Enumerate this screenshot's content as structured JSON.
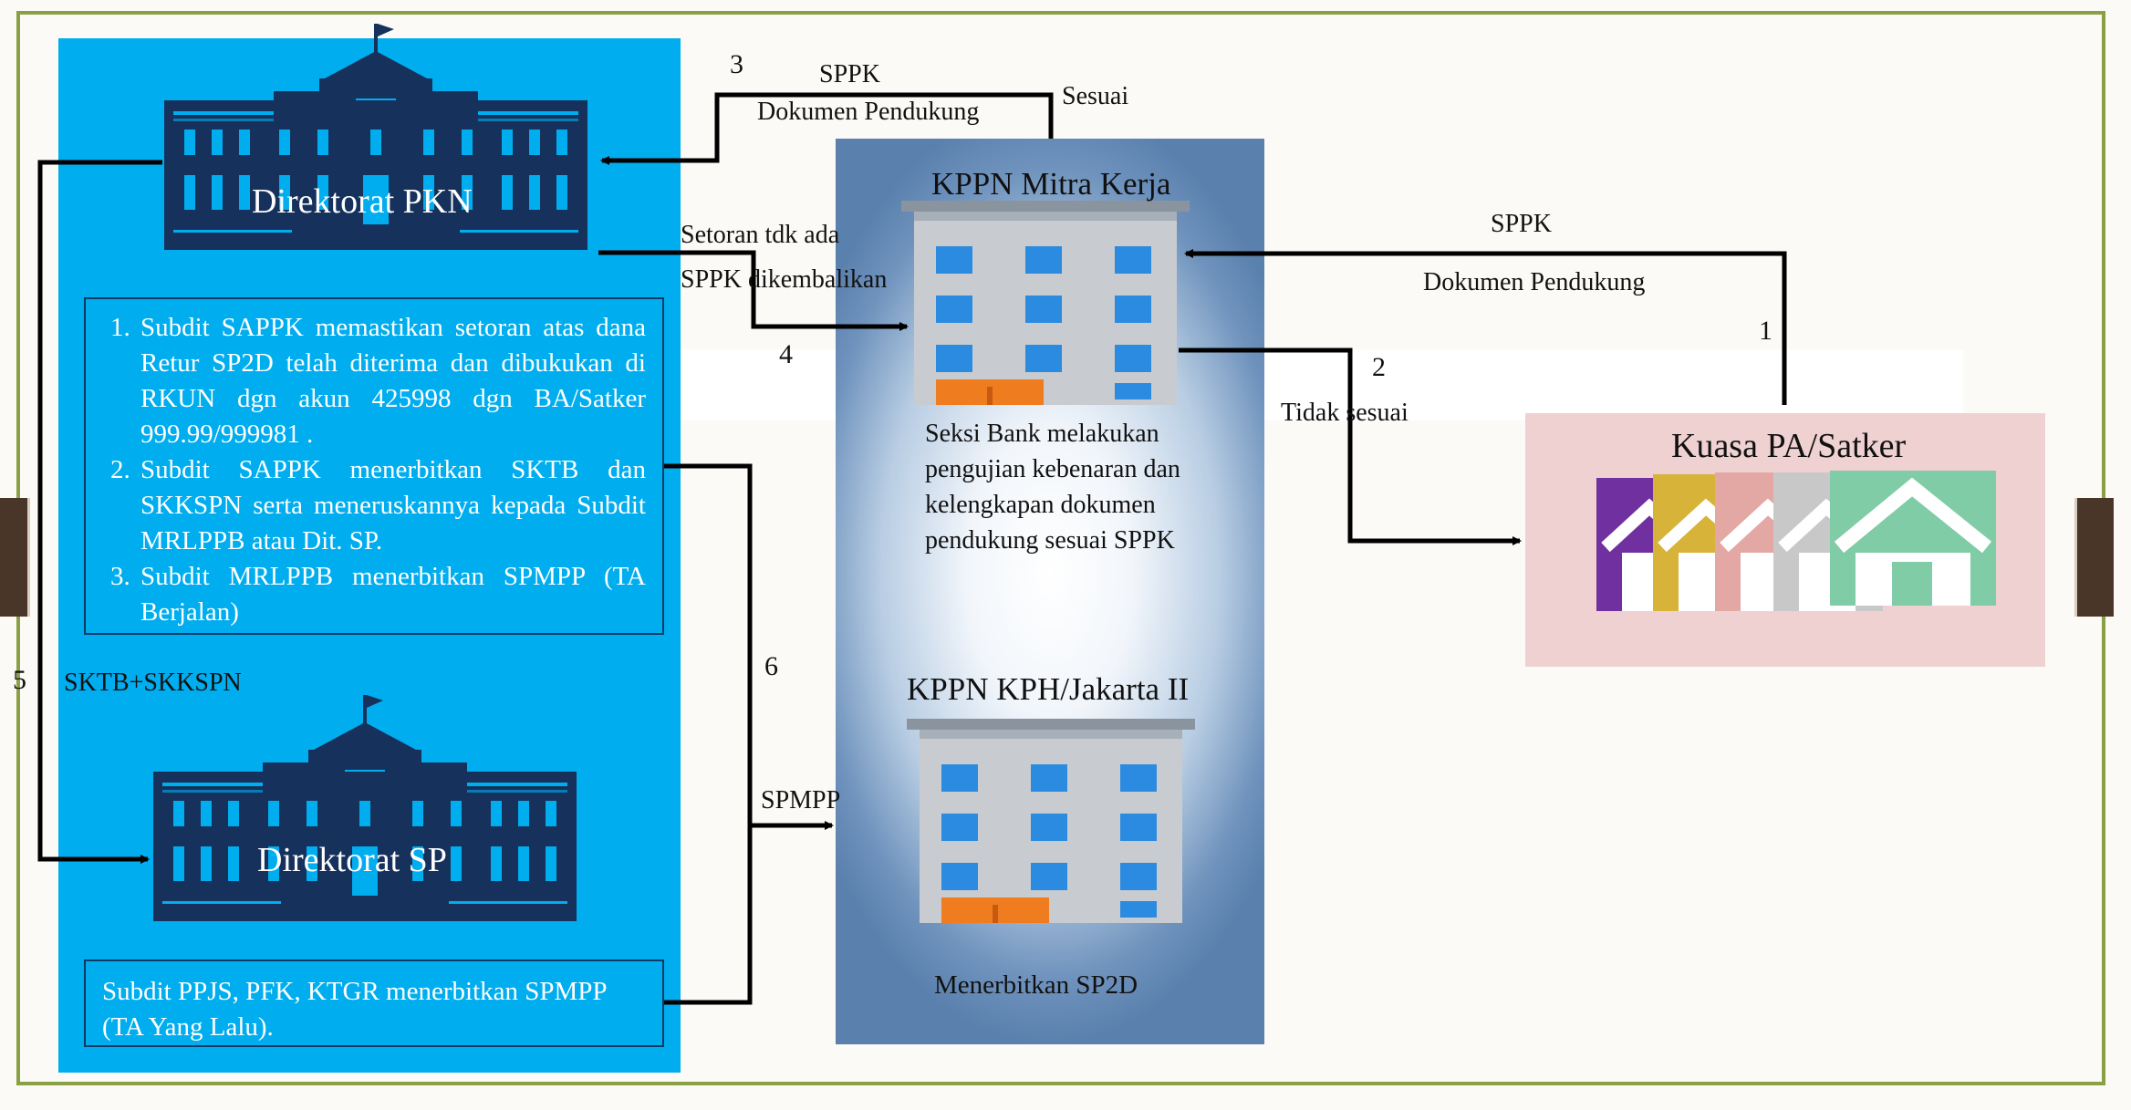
{
  "nodes": {
    "dir_pkn": {
      "title": "Direktorat PKN"
    },
    "dir_sp": {
      "title": "Direktorat SP"
    },
    "kppn_mitra": {
      "title": "KPPN Mitra Kerja",
      "description": [
        "Seksi Bank melakukan",
        "pengujian kebenaran dan",
        "kelengkapan dokumen",
        "pendukung sesuai SPPK"
      ]
    },
    "kppn_kph": {
      "title": "KPPN KPH/Jakarta II",
      "description": "Menerbitkan SP2D"
    },
    "satker": {
      "title": "Kuasa PA/Satker"
    }
  },
  "pkn_steps": [
    "Subdit SAPPK memastikan setoran atas dana Retur SP2D telah diterima dan dibukukan di RKUN dgn akun 425998 dgn BA/Satker 999.99/999981 .",
    "Subdit SAPPK menerbitkan SKTB dan SKKSPN serta meneruskannya kepada Subdit MRLPPB atau Dit. SP.",
    "Subdit MRLPPB menerbitkan SPMPP (TA Berjalan)"
  ],
  "sp_step": "Subdit PPJS, PFK, KTGR menerbitkan SPMPP (TA Yang Lalu).",
  "flows": {
    "f1": {
      "number": "1",
      "label_top": "SPPK",
      "label_bottom": "Dokumen Pendukung"
    },
    "f2": {
      "number": "2",
      "label": "Tidak sesuai"
    },
    "f3": {
      "number": "3",
      "label_top": "SPPK",
      "label_bottom": "Dokumen Pendukung",
      "label_side": "Sesuai"
    },
    "f4": {
      "number": "4",
      "label_top": "Setoran tdk ada",
      "label_bottom": "SPPK dikembalikan"
    },
    "f5": {
      "number": "5",
      "label": "SKTB+SKKSPN"
    },
    "f6": {
      "number": "6",
      "label": "SPMPP"
    }
  },
  "colors": {
    "panel_blue": "#00adef",
    "building_navy": "#16325c",
    "building_window": "#00adef",
    "satker_panel": "#f0d1d1",
    "arrow": "#000000",
    "house_colors": [
      "#7030a0",
      "#d8b33a",
      "#e3a7a4",
      "#c8c8c8",
      "#7fcca6"
    ]
  }
}
